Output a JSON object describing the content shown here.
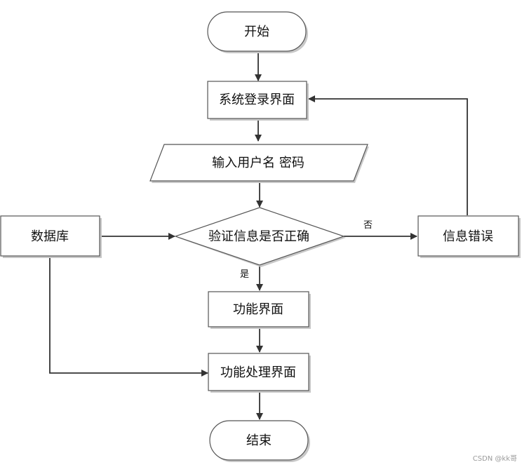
{
  "diagram": {
    "nodes": {
      "start": "开始",
      "login": "系统登录界面",
      "input": "输入用户名 密码",
      "verify": "验证信息是否正确",
      "database": "数据库",
      "error": "信息错误",
      "function": "功能界面",
      "process": "功能处理界面",
      "end": "结束"
    },
    "edge_labels": {
      "no": "否",
      "yes": "是"
    }
  },
  "watermark": "CSDN @kk哥"
}
